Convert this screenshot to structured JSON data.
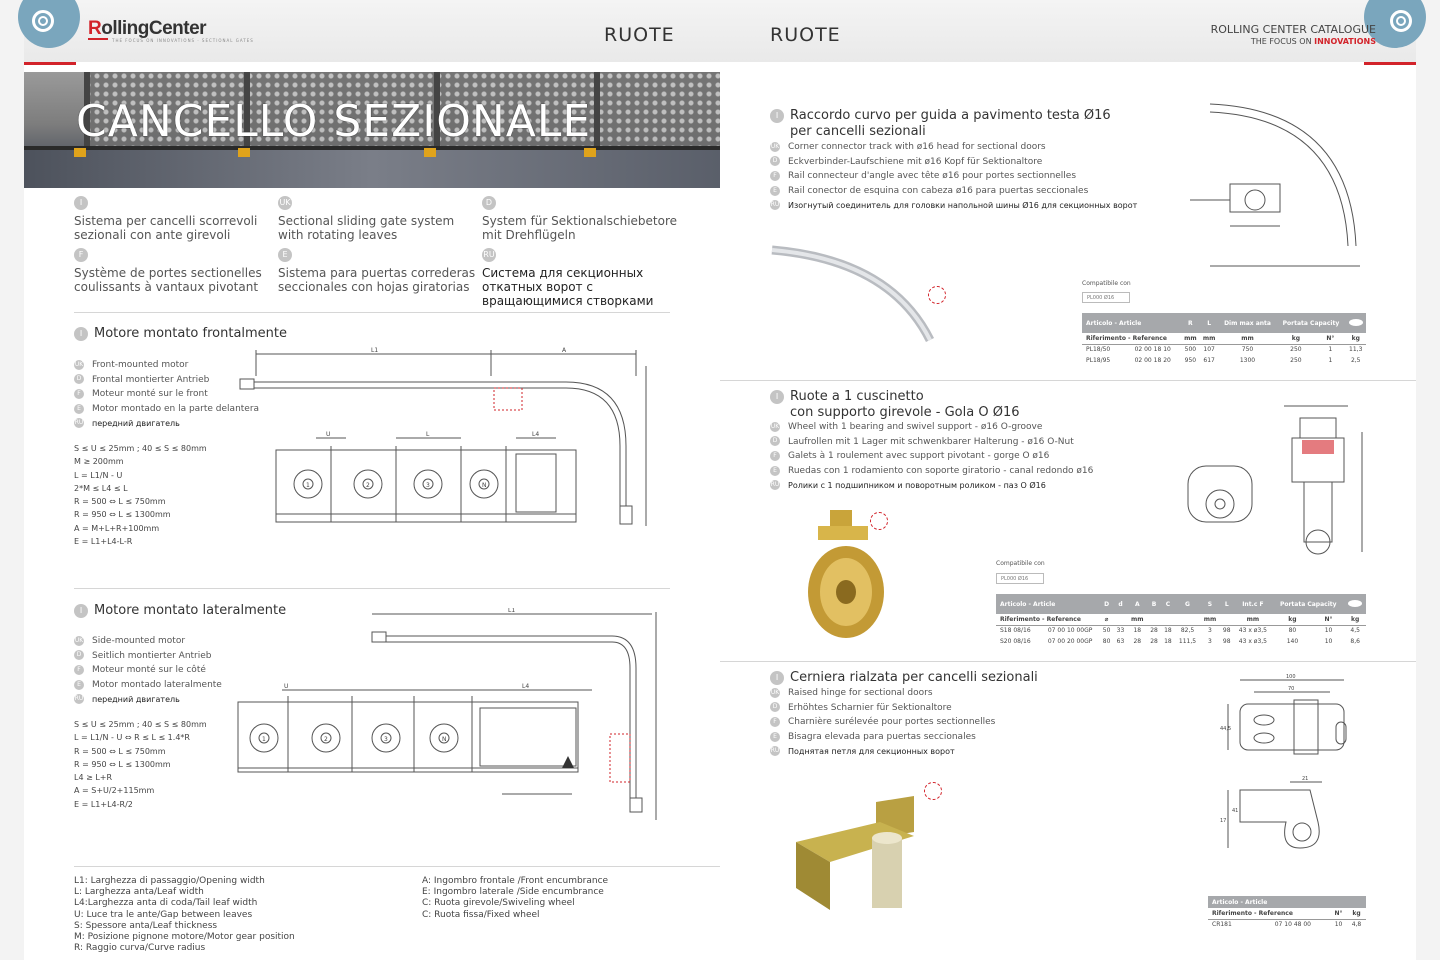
{
  "header": {
    "logo_text_a": "R",
    "logo_text_b": "olling",
    "logo_text_c": "Center",
    "logo_sub": "THE FOCUS ON INNOVATIONS · SECTIONAL GATES",
    "left_section": "RUOTE",
    "right_section": "RUOTE",
    "catalogue_title": "ROLLING CENTER CATALOGUE",
    "catalogue_focus": "THE FOCUS ON",
    "catalogue_innov": "INNOVATIONS"
  },
  "hero": {
    "title": "CANCELLO SEZIONALE"
  },
  "intro": [
    {
      "code": "I",
      "text": "Sistema per cancelli scorrevoli sezionali con ante girevoli"
    },
    {
      "code": "UK",
      "text": "Sectional sliding gate system with rotating leaves"
    },
    {
      "code": "D",
      "text": "System für Sektionalschiebetore mit Drehflügeln"
    },
    {
      "code": "F",
      "text": "Système de portes sectionelles coulissants à vantaux pivotant"
    },
    {
      "code": "E",
      "text": "Sistema para puertas correderas seccionales con hojas giratorias"
    },
    {
      "code": "RU",
      "text": "Система для секционных откатных ворот с вращающимися створками"
    }
  ],
  "front_motor": {
    "title": "Motore montato frontalmente",
    "langs": [
      {
        "code": "UK",
        "text": "Front-mounted motor"
      },
      {
        "code": "D",
        "text": "Frontal montierter Antrieb"
      },
      {
        "code": "F",
        "text": "Moteur monté sur le front"
      },
      {
        "code": "E",
        "text": "Motor montado en la parte delantera"
      },
      {
        "code": "RU",
        "text": "передний двигатель"
      }
    ],
    "formulas": [
      "S ≤ U ≤ 25mm ; 40 ≤ S ≤ 80mm",
      "M ≥ 200mm",
      "L = L1/N - U",
      "2*M ≤ L4 ≤ L",
      "R = 500 ⇔ L ≤ 750mm",
      "R = 950 ⇔ L ≤ 1300mm",
      "A = M+L+R+100mm",
      "E = L1+L4-L-R"
    ],
    "dims": {
      "l1": "L1",
      "a": "A",
      "u": "U",
      "l": "L",
      "l4": "L4",
      "panels": [
        "1",
        "2",
        "3",
        "N"
      ]
    }
  },
  "side_motor": {
    "title": "Motore montato lateralmente",
    "langs": [
      {
        "code": "UK",
        "text": "Side-mounted motor"
      },
      {
        "code": "D",
        "text": "Seitlich montierter Antrieb"
      },
      {
        "code": "F",
        "text": "Moteur monté sur le côté"
      },
      {
        "code": "E",
        "text": "Motor montado lateralmente"
      },
      {
        "code": "RU",
        "text": "передний двигатель"
      }
    ],
    "formulas": [
      "S ≤ U ≤ 25mm ; 40 ≤ S ≤ 80mm",
      "L = L1/N - U   ⇔   R ≤ L ≤ 1.4*R",
      "R = 500 ⇔ L ≤ 750mm",
      "R = 950 ⇔ L ≤ 1300mm",
      "L4 ≥ L+R",
      "A = S+U/2+115mm",
      "E = L1+L4-R/2"
    ]
  },
  "legend_left": [
    "L1: Larghezza di passaggio/Opening width",
    "L:  Larghezza anta/Leaf width",
    "L4:Larghezza anta di coda/Tail leaf width",
    "U:  Luce tra le ante/Gap between leaves",
    "S:  Spessore anta/Leaf thickness",
    "M:  Posizione pignone motore/Motor gear position",
    "R:  Raggio curva/Curve radius"
  ],
  "legend_right": [
    "A: Ingombro frontale /Front encumbrance",
    "E: Ingombro laterale /Side encumbrance",
    "C:  Ruota girevole/Swiveling wheel",
    "C:  Ruota fissa/Fixed wheel"
  ],
  "product1": {
    "title_1": "Raccordo curvo per guida a pavimento testa Ø16",
    "title_2": "per cancelli sezionali",
    "langs": [
      {
        "code": "UK",
        "text": "Corner connector track with ø16 head for sectional doors"
      },
      {
        "code": "D",
        "text": "Eckverbinder-Laufschiene mit ø16 Kopf für Sektionaltore"
      },
      {
        "code": "F",
        "text": "Rail connecteur d'angle avec tête ø16 pour portes sectionnelles"
      },
      {
        "code": "E",
        "text": "Rail conector de esquina con cabeza ø16 para puertas seccionales"
      },
      {
        "code": "RU",
        "text": "Изогнутый соединитель для головки напольной шины Ø16 для секционных ворот"
      }
    ],
    "compat_label": "Compatibile con",
    "compat_value": "PL000 Ø16",
    "table": {
      "headers": [
        "Articolo - Article",
        "R",
        "L",
        "Dim max anta",
        "Portata Capacity",
        ""
      ],
      "units": [
        "Riferimento - Reference",
        "",
        "mm",
        "mm",
        "mm",
        "kg",
        "N°",
        "kg"
      ],
      "rows": [
        [
          "PL18/50",
          "02 00 18 10",
          "500",
          "107",
          "750",
          "250",
          "1",
          "11,3"
        ],
        [
          "PL18/95",
          "02 00 18 20",
          "950",
          "617",
          "1300",
          "250",
          "1",
          "2,5"
        ]
      ]
    }
  },
  "product2": {
    "title_1": "Ruote a 1 cuscinetto",
    "title_2": "con supporto girevole - Gola O Ø16",
    "langs": [
      {
        "code": "UK",
        "text": "Wheel with 1 bearing and swivel support - ø16 O-groove"
      },
      {
        "code": "D",
        "text": "Laufrollen mit 1 Lager mit schwenkbarer Halterung - ø16 O-Nut"
      },
      {
        "code": "F",
        "text": "Galets à 1 roulement avec support pivotant - gorge O ø16"
      },
      {
        "code": "E",
        "text": "Ruedas con 1 rodamiento con soporte giratorio - canal redondo ø16"
      },
      {
        "code": "RU",
        "text": "Ролики с 1 подшипником и поворотным роликом - паз O Ø16"
      }
    ],
    "compat_label": "Compatibile con",
    "compat_value": "PL000 Ø16",
    "table": {
      "headers": [
        "Articolo - Article",
        "D",
        "d",
        "A",
        "B",
        "C",
        "G",
        "S",
        "L",
        "Int.c F",
        "Portata Capacity",
        ""
      ],
      "units": [
        "Riferimento - Reference",
        "",
        "⌀",
        "",
        "mm",
        "",
        "",
        "",
        "mm",
        "",
        "mm",
        "kg",
        "N°",
        "kg"
      ],
      "rows": [
        [
          "S18 08/16",
          "07 00 10 00GP",
          "50",
          "33",
          "18",
          "28",
          "18",
          "82,5",
          "3",
          "98",
          "43 x ø3,5",
          "80",
          "10",
          "4,5"
        ],
        [
          "S20 08/16",
          "07 00 20 00GP",
          "80",
          "63",
          "28",
          "28",
          "18",
          "111,5",
          "3",
          "98",
          "43 x ø3,5",
          "140",
          "10",
          "8,6"
        ]
      ]
    }
  },
  "product3": {
    "title": "Cerniera rialzata per cancelli sezionali",
    "langs": [
      {
        "code": "UK",
        "text": "Raised hinge for sectional doors"
      },
      {
        "code": "D",
        "text": "Erhöhtes Scharnier für Sektionaltore"
      },
      {
        "code": "F",
        "text": "Charnière surélevée pour portes sectionnelles"
      },
      {
        "code": "E",
        "text": "Bisagra elevada para puertas seccionales"
      },
      {
        "code": "RU",
        "text": "Поднятая петля для секционных ворот"
      }
    ],
    "table": {
      "headers": [
        "Articolo - Article"
      ],
      "units": [
        "Riferimento - Reference",
        "",
        "N°",
        "kg"
      ],
      "rows": [
        [
          "CR181",
          "07 10 48 00",
          "10",
          "4,8"
        ]
      ]
    },
    "dims": {
      "w100": "100",
      "w70": "70",
      "h41": "44,5",
      "w21": "21",
      "h17": "17",
      "h41b": "41"
    }
  },
  "colors": {
    "accent_red": "#d2232a",
    "badge_blue": "#7aa6bd",
    "table_header": "#a6a8ab"
  }
}
